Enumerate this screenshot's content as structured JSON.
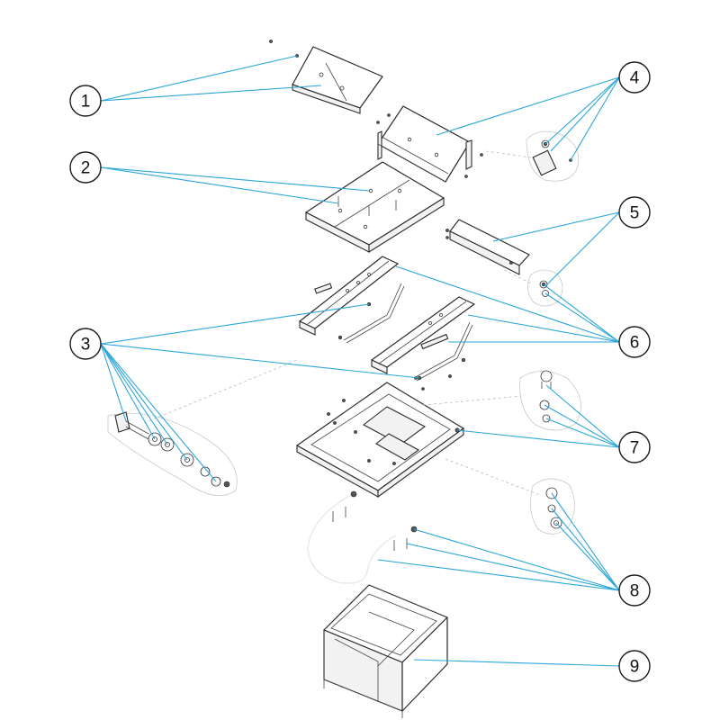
{
  "colors": {
    "leader": "#2aa6d8",
    "outline": "#2a2a2a",
    "background": "#ffffff"
  },
  "callouts": [
    {
      "label": "1"
    },
    {
      "label": "2"
    },
    {
      "label": "3"
    },
    {
      "label": "4"
    },
    {
      "label": "5"
    },
    {
      "label": "6"
    },
    {
      "label": "7"
    },
    {
      "label": "8"
    },
    {
      "label": "9"
    }
  ]
}
